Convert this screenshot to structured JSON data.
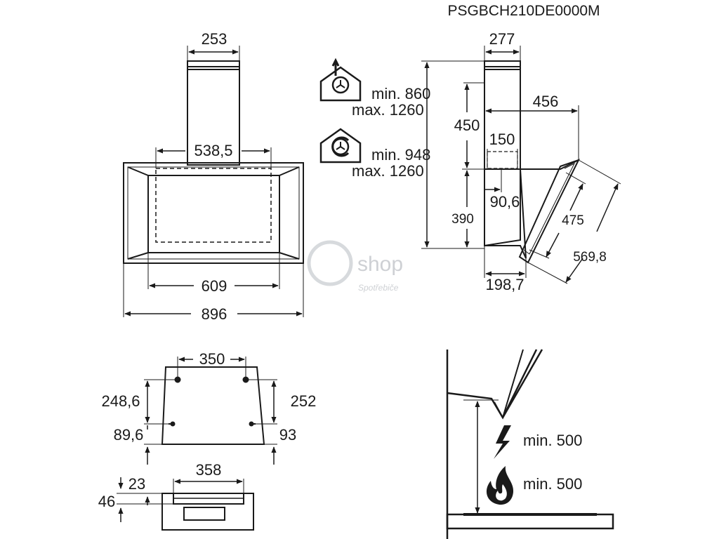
{
  "model_code": "PSGBCH210DE0000M",
  "watermark": {
    "brand": "shop",
    "tagline": "Spotřebiče"
  },
  "front_view": {
    "chimney_width": "253",
    "inner_span": "538,5",
    "canopy_width": "609",
    "total_width": "896"
  },
  "side_view": {
    "chimney_depth": "277",
    "canopy_depth": "456",
    "chimney_height": "450",
    "outlet": "150",
    "outlet_offset": "90,6",
    "body_height": "390",
    "glass_inner": "475",
    "glass_outer": "569,8",
    "bottom_depth": "198,7"
  },
  "installation": {
    "extraction": {
      "min": "min. 860",
      "max": "max. 1260"
    },
    "recirculation": {
      "min": "min. 948",
      "max": "max. 1260"
    }
  },
  "mounting_plate": {
    "hole_spacing": "350",
    "left_height": "248,6",
    "right_height": "252",
    "left_bottom": "89,6",
    "right_bottom": "93",
    "bracket_width": "358",
    "bracket_offset": "23",
    "bracket_height": "46"
  },
  "clearance": {
    "electric": "min. 500",
    "gas": "min. 500"
  },
  "icons": {
    "extraction": "house-fan-extraction-icon",
    "recirculation": "house-fan-recirculation-icon",
    "electric": "lightning-icon",
    "gas": "flame-icon"
  },
  "colors": {
    "line": "#1a1a1a",
    "watermark": "#c9ccd0"
  }
}
